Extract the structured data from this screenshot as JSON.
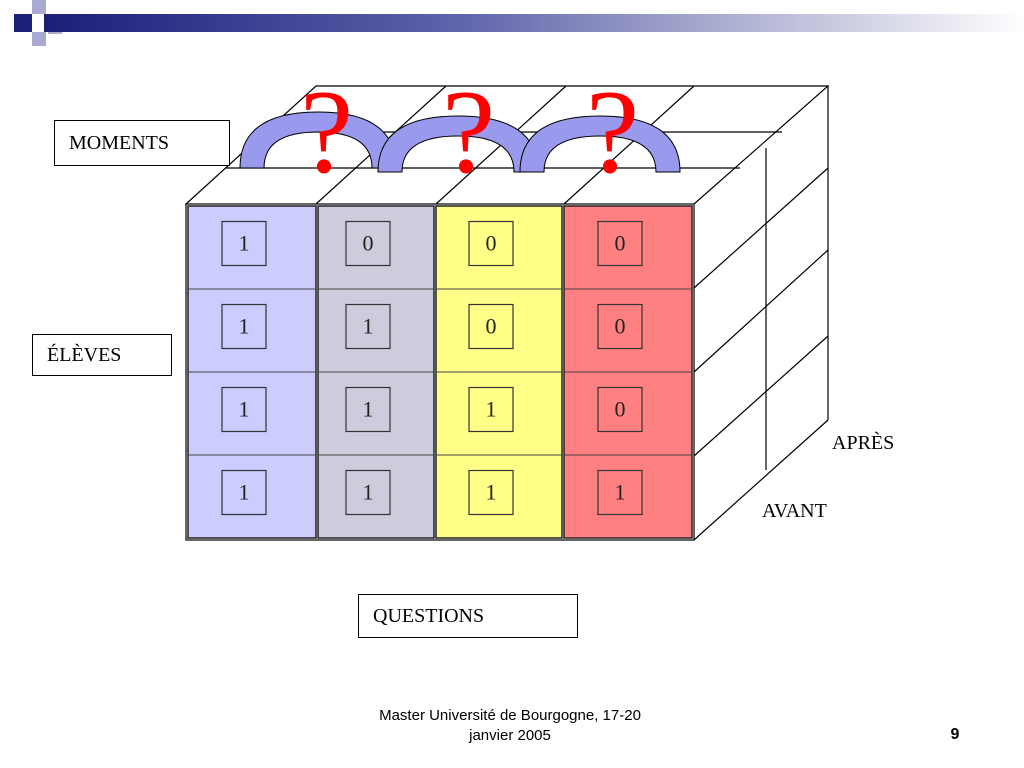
{
  "slide": {
    "labels": {
      "moments": "MOMENTS",
      "eleves": "ÉLÈVES",
      "questions": "QUESTIONS",
      "apres": "APRÈS",
      "avant": "AVANT"
    },
    "question_mark": "?",
    "columns": [
      {
        "color": "#ccccff",
        "values": [
          "1",
          "1",
          "1",
          "1"
        ]
      },
      {
        "color": "#ccccdd",
        "values": [
          "0",
          "1",
          "1",
          "1"
        ]
      },
      {
        "color": "#ffff88",
        "values": [
          "0",
          "0",
          "1",
          "1"
        ]
      },
      {
        "color": "#ff8080",
        "values": [
          "0",
          "0",
          "0",
          "1"
        ]
      }
    ],
    "footer": {
      "line1": "Master Université de Bourgogne, 17-20",
      "line2": "janvier 2005"
    },
    "page_number": "9",
    "colors": {
      "header_dark": "#1a1f7a",
      "header_light": "#9999cc",
      "arch_fill": "#9999ee",
      "question_red": "#ff0000"
    }
  }
}
